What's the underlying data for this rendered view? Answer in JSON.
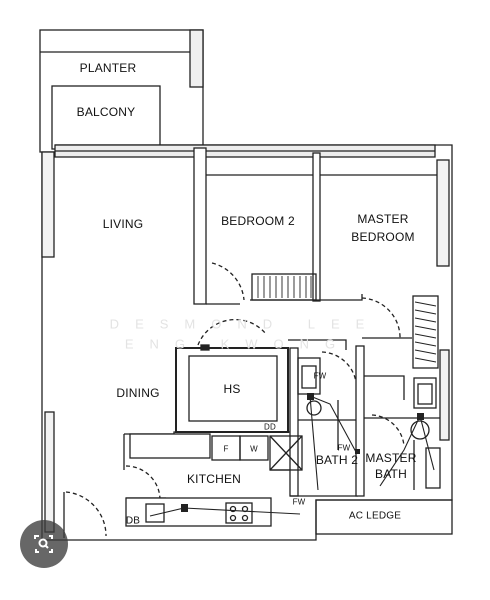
{
  "labels": {
    "planter": "PLANTER",
    "balcony": "BALCONY",
    "living": "LIVING",
    "bedroom2": "BEDROOM 2",
    "master_bedroom_line1": "MASTER",
    "master_bedroom_line2": "BEDROOM",
    "dining": "DINING",
    "hs": "HS",
    "kitchen": "KITCHEN",
    "bath2": "BATH 2",
    "master_bath_line1": "MASTER",
    "master_bath_line2": "BATH",
    "ac_ledge": "AC LEDGE",
    "db": "DB",
    "dd": "DD",
    "fw1": "FW",
    "fw2": "FW",
    "fw3": "FW",
    "fridge_f": "F",
    "washer_w": "W"
  },
  "watermark": {
    "line1": "DESMOND LEE",
    "line2": "ENG KWONG"
  },
  "overlay": {
    "icon": "lens-search-icon"
  }
}
